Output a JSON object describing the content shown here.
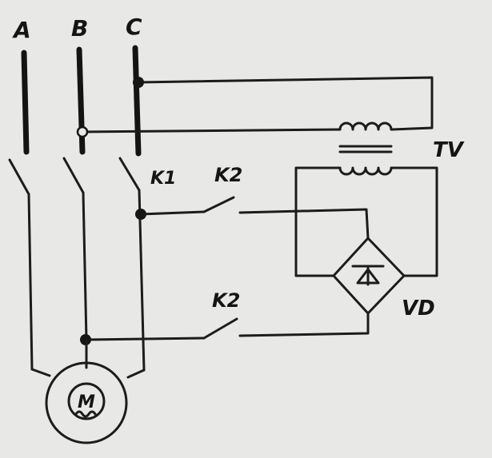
{
  "labels": {
    "phase_a": "A",
    "phase_b": "B",
    "phase_c": "C",
    "contactor_k1": "K1",
    "contactor_k2_upper": "K2",
    "contactor_k2_lower": "K2",
    "transformer": "TV",
    "rectifier": "VD",
    "motor": "M"
  },
  "colors": {
    "background": "#e8e8e6",
    "ink": "#1c1c1c"
  }
}
